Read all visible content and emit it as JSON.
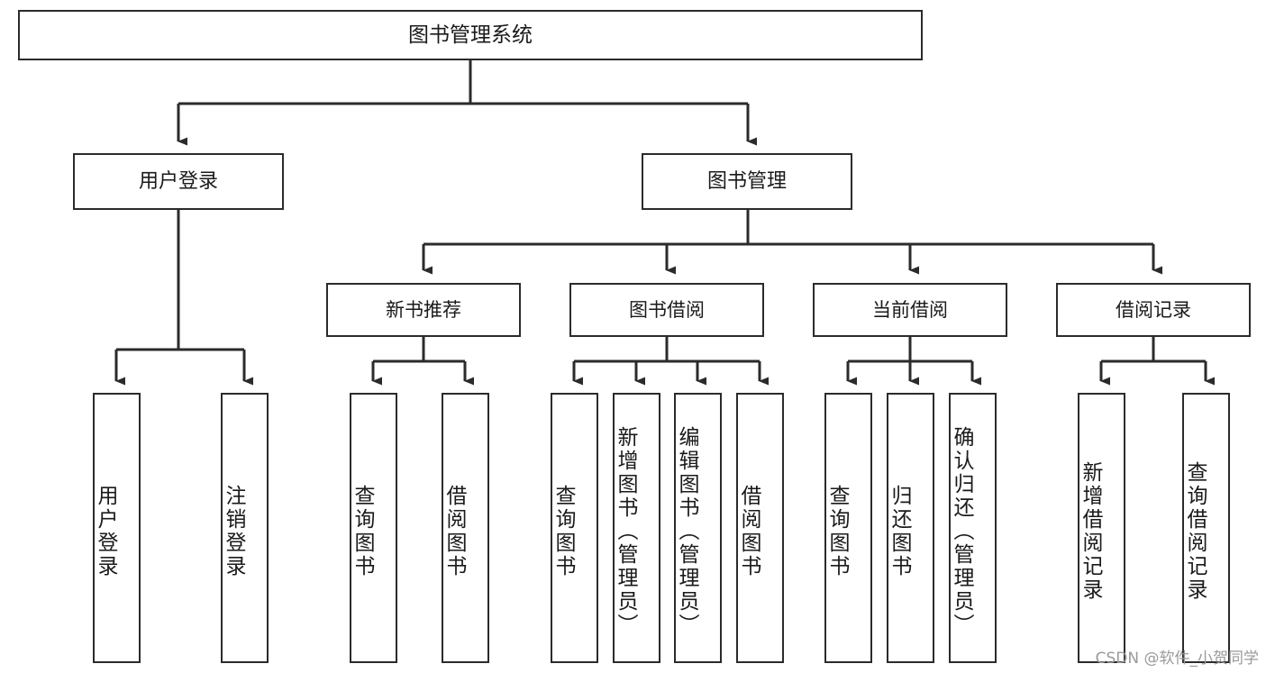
{
  "diagram": {
    "title": "图书管理系统",
    "type": "hierarchy-tree",
    "colors": {
      "box_border": "#2b2b2b",
      "box_fill": "#ffffff",
      "connector": "#2b2b2b",
      "text": "#1a1a1a",
      "watermark": "#9a9a9a",
      "canvas": "#ffffff"
    },
    "root": {
      "label": "图书管理系统"
    },
    "level2": [
      {
        "label": "用户登录"
      },
      {
        "label": "图书管理"
      }
    ],
    "level3": [
      {
        "label": "新书推荐"
      },
      {
        "label": "图书借阅"
      },
      {
        "label": "当前借阅"
      },
      {
        "label": "借阅记录"
      }
    ],
    "leaves": {
      "user_login": [
        {
          "label": "用户登录"
        },
        {
          "label": "注销登录"
        }
      ],
      "new_book_recommend": [
        {
          "label": "查询图书"
        },
        {
          "label": "借阅图书"
        }
      ],
      "book_borrow": [
        {
          "label": "查询图书"
        },
        {
          "label": "新增图书（管理员）"
        },
        {
          "label": "编辑图书（管理员）"
        },
        {
          "label": "借阅图书"
        }
      ],
      "current_borrow": [
        {
          "label": "查询图书"
        },
        {
          "label": "归还图书"
        },
        {
          "label": "确认归还（管理员）"
        }
      ],
      "borrow_record": [
        {
          "label": "新增借阅记录"
        },
        {
          "label": "查询借阅记录"
        }
      ]
    }
  },
  "watermark": {
    "text": "CSDN @软件_小贺同学"
  }
}
